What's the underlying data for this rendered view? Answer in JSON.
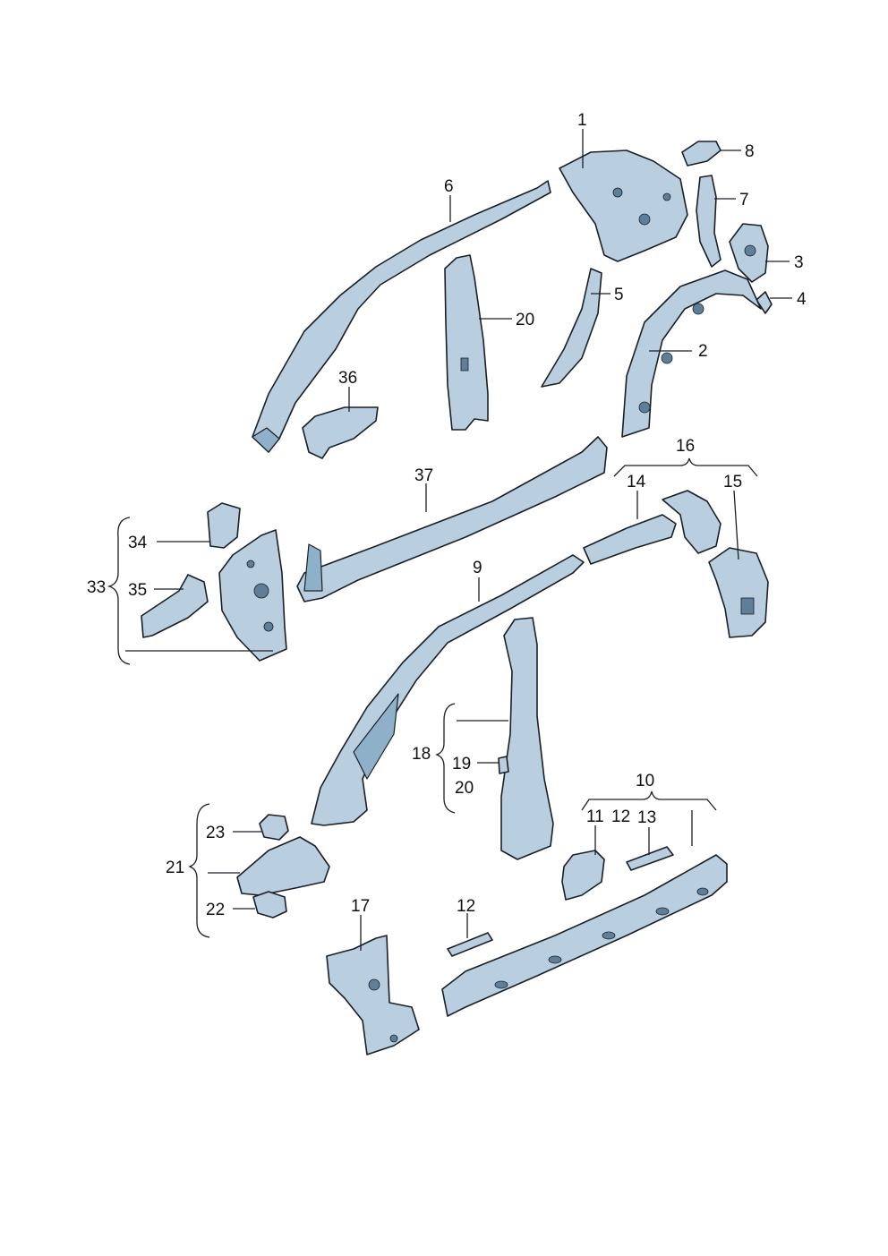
{
  "callouts": {
    "c1": "1",
    "c2": "2",
    "c3": "3",
    "c4": "4",
    "c5": "5",
    "c6": "6",
    "c7": "7",
    "c8": "8",
    "c9": "9",
    "c10": "10",
    "c11": "11",
    "c12a": "12",
    "c12b": "12",
    "c13": "13",
    "c14": "14",
    "c15": "15",
    "c16": "16",
    "c17": "17",
    "c18": "18",
    "c19": "19",
    "c20a": "20",
    "c20b": "20",
    "c21": "21",
    "c22": "22",
    "c23": "23",
    "c33": "33",
    "c34": "34",
    "c35": "35",
    "c36": "36",
    "c37": "37"
  },
  "colors": {
    "part_fill": "#b9cfe0",
    "part_shade": "#8fb0c9",
    "outline": "#1a1f26"
  }
}
